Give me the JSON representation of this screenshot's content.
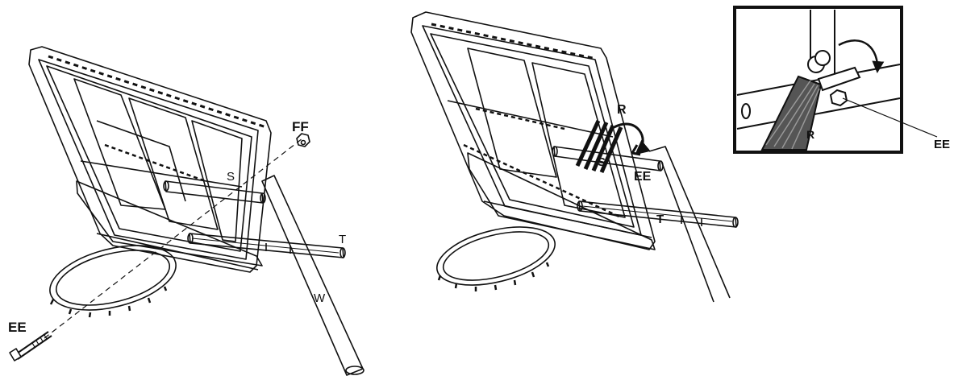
{
  "figure_left": {
    "labels": {
      "ff": "FF",
      "s": "S",
      "t": "T",
      "w": "W",
      "ee": "EE"
    }
  },
  "figure_right": {
    "labels": {
      "r": "R",
      "s": "S",
      "ee": "EE",
      "t": "T"
    }
  },
  "inset": {
    "labels": {
      "r": "R",
      "ee": "EE"
    }
  },
  "colors": {
    "ink": "#111111",
    "paper": "#ffffff"
  }
}
